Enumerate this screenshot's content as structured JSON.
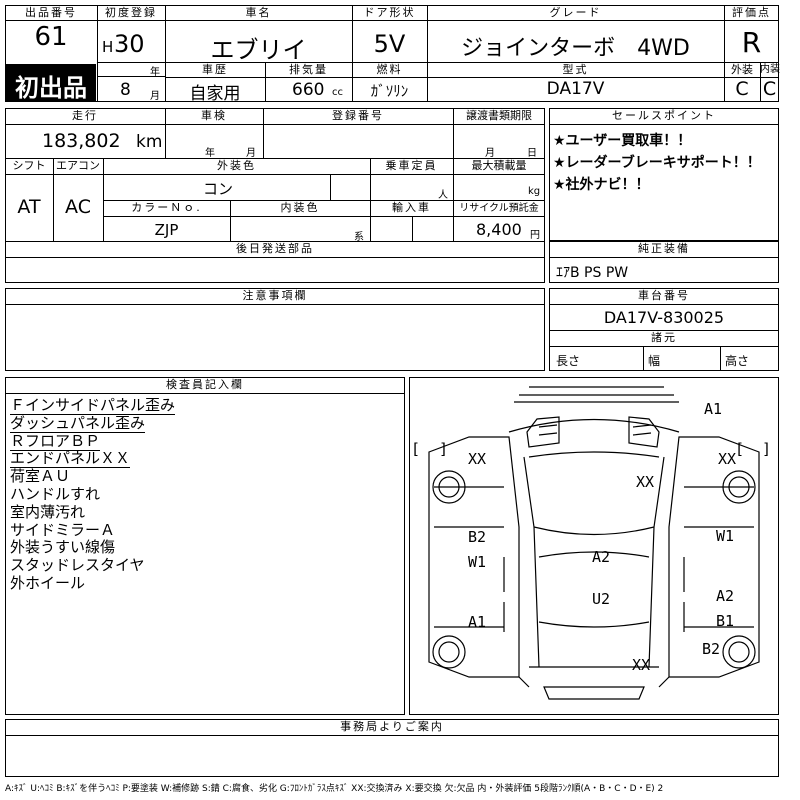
{
  "header": {
    "lot_label": "出品番号",
    "lot_number": "61",
    "first_badge": "初出品",
    "reg_label": "初度登録",
    "era": "H",
    "year": "30",
    "year_unit": "年",
    "month": "8",
    "month_unit": "月",
    "name_label": "車名",
    "name": "エブリイ",
    "door_label": "ドア形状",
    "door": "5V",
    "grade_label": "グレード",
    "grade": "ジョインターボ　4WD",
    "score_label": "評価点",
    "score": "R",
    "history_label": "車歴",
    "history": "自家用",
    "disp_label": "排気量",
    "disp": "660",
    "disp_unit": "cc",
    "fuel_label": "燃料",
    "fuel": "ｶﾞｿﾘﾝ",
    "model_label": "型式",
    "model": "DA17V",
    "ext_label": "外装",
    "ext_grade": "C",
    "int_label": "内装",
    "int_grade": "C"
  },
  "details": {
    "mileage_label": "走行",
    "mileage": "183,802",
    "mileage_unit": "km",
    "inspection_label": "車検",
    "insp_year_unit": "年",
    "insp_month_unit": "月",
    "regno_label": "登録番号",
    "deadline_label": "譲渡書類期限",
    "dl_month_unit": "月",
    "dl_day_unit": "日",
    "shift_label": "シフト",
    "shift": "AT",
    "ac_label": "エアコン",
    "ac": "AC",
    "color_label": "外装色",
    "color": "コン",
    "capacity_label": "乗車定員",
    "capacity_unit": "人",
    "load_label": "最大積載量",
    "load_unit": "kg",
    "colorno_label": "カラーＮｏ.",
    "colorno": "ZJP",
    "intcolor_label": "内装色",
    "intcolor_unit": "系",
    "import_label": "輸入車",
    "recycle_label": "リサイクル預託金",
    "recycle": "8,400",
    "recycle_unit": "円",
    "later_label": "後日発送部品"
  },
  "sales": {
    "title": "セールスポイント",
    "items": [
      "★ユーザー買取車！！",
      "★レーダーブレーキサポート！！",
      "★社外ナビ！！"
    ]
  },
  "genuine": {
    "title": "純正装備",
    "value": "ｴｱB PS PW"
  },
  "notes": {
    "title": "注意事項欄"
  },
  "chassis": {
    "title": "車台番号",
    "value": "DA17V-830025"
  },
  "dims": {
    "title": "諸元",
    "length": "長さ",
    "width": "幅",
    "height": "高さ"
  },
  "inspector": {
    "title": "検査員記入欄",
    "items": [
      {
        "text": "Ｆインサイドパネル歪み",
        "ul": true
      },
      {
        "text": "ダッシュパネル歪み",
        "ul": true
      },
      {
        "text": "ＲフロアＢＰ",
        "ul": true
      },
      {
        "text": "エンドパネルＸＸ",
        "ul": true
      },
      {
        "text": "荷室ＡＵ",
        "ul": false
      },
      {
        "text": "ハンドルすれ",
        "ul": false
      },
      {
        "text": "室内薄汚れ",
        "ul": false
      },
      {
        "text": "サイドミラーＡ",
        "ul": false
      },
      {
        "text": "外装うすい線傷",
        "ul": false
      },
      {
        "text": "スタッドレスタイヤ",
        "ul": false
      },
      {
        "text": "外ホイール",
        "ul": false
      }
    ]
  },
  "diagram": {
    "marks": {
      "a1_top": "A1",
      "xx_fl": "XX",
      "xx_fr": "XX",
      "xx_center": "XX",
      "b2_left": "B2",
      "w1_left": "W1",
      "w1_right": "W1",
      "a2_center": "A2",
      "u2_center": "U2",
      "a2_right": "A2",
      "a1_left": "A1",
      "b1_right": "B1",
      "b2_right": "B2",
      "xx_rear": "XX"
    },
    "brackets": [
      "[",
      "]",
      "[",
      "]"
    ]
  },
  "office": {
    "title": "事務局よりご案内"
  },
  "legend": "A:ｷｽﾞ U:ﾍｺﾐ B:ｷｽﾞを伴うﾍｺﾐ P:要塗装 W:補修跡 S:錆 C:腐食、劣化 G:ﾌﾛﾝﾄｶﾞﾗｽ点ｷｽﾞ XX:交換済み X:要交換 欠:欠品 内・外装評価 5段階ﾗﾝｸ順(A・B・C・D・E) 2"
}
